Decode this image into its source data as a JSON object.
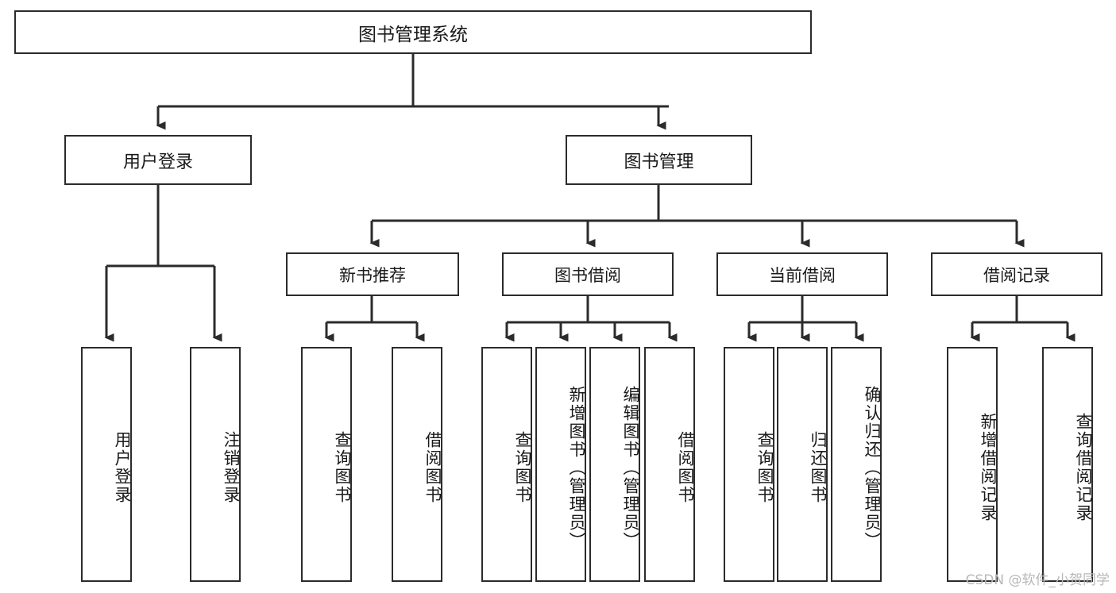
{
  "diagram": {
    "title": "图书管理系统",
    "type": "hierarchy-tree",
    "watermark": "CSDN @软件_小贺同学",
    "colors": {
      "stroke": "#2b2b2b",
      "fill": "#ffffff",
      "text": "#1a1a1a",
      "watermark": "#b8b8b8"
    },
    "root": {
      "label": "图书管理系统"
    },
    "level2": [
      {
        "label": "用户登录"
      },
      {
        "label": "图书管理"
      }
    ],
    "level3": [
      {
        "label": "新书推荐"
      },
      {
        "label": "图书借阅"
      },
      {
        "label": "当前借阅"
      },
      {
        "label": "借阅记录"
      }
    ],
    "leaves": {
      "user_login": [
        {
          "label": "用户登录"
        },
        {
          "label": "注销登录"
        }
      ],
      "new_book_recommend": [
        {
          "label": "查询图书"
        },
        {
          "label": "借阅图书"
        }
      ],
      "book_borrow": [
        {
          "label": "查询图书"
        },
        {
          "label": "新增图书（管理员）"
        },
        {
          "label": "编辑图书（管理员）"
        },
        {
          "label": "借阅图书"
        }
      ],
      "current_borrow": [
        {
          "label": "查询图书"
        },
        {
          "label": "归还图书"
        },
        {
          "label": "确认归还（管理员）"
        }
      ],
      "borrow_record": [
        {
          "label": "新增借阅记录"
        },
        {
          "label": "查询借阅记录"
        }
      ]
    }
  }
}
